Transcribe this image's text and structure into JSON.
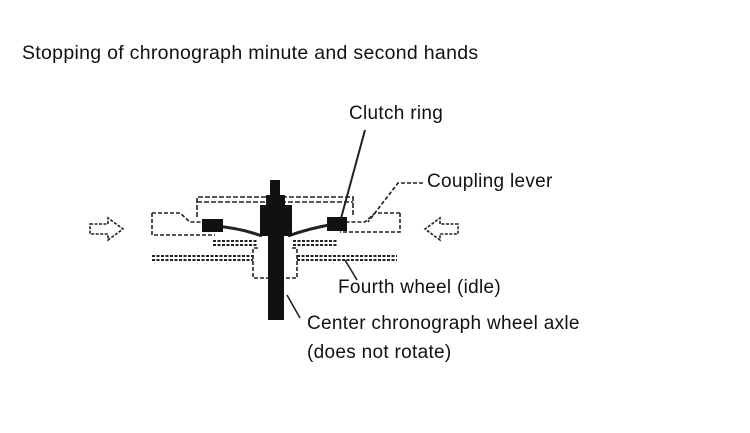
{
  "title": "Stopping of chronograph minute and second hands",
  "labels": {
    "clutch_ring": "Clutch ring",
    "coupling_lever": "Coupling lever",
    "fourth_wheel": "Fourth wheel (idle)",
    "center_axle": "Center chronograph wheel axle",
    "center_axle_note": "(does not rotate)"
  }
}
